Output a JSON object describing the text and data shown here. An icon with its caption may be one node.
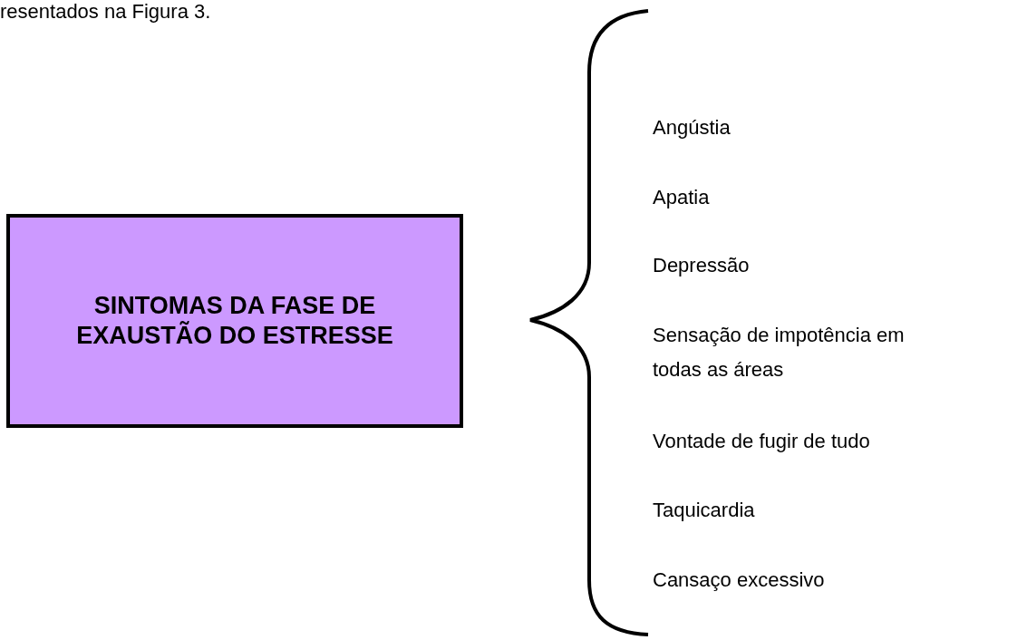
{
  "diagram": {
    "nodes": [
      {
        "text": [
          "SINTOMAS DA FASE DE EXAUSTÃO DO ESTRESSE"
        ]
      }
    ],
    "labels": [
      "resentados na Figura 3.",
      "Angústia",
      "Apatia",
      "Depressão",
      "Sensação de impotência em todas as áreas",
      "Vontade de fugir de tudo",
      "Taquicardia",
      "Cansaço excessivo"
    ]
  }
}
